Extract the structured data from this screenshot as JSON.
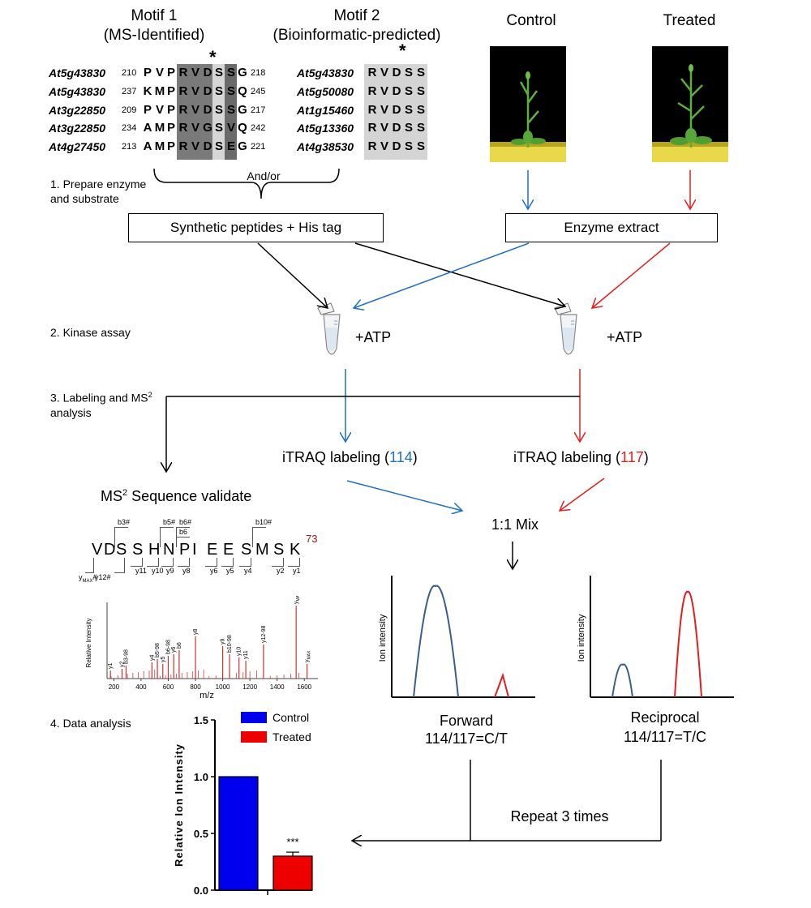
{
  "motif1": {
    "title": "Motif 1",
    "subtitle": "(MS-Identified)",
    "rows": [
      {
        "gene": "At5g43830",
        "start": "210",
        "seq": [
          "P",
          "V",
          "P",
          "R",
          "V",
          "D",
          "S",
          "S",
          "G"
        ],
        "end": "218"
      },
      {
        "gene": "At5g43830",
        "start": "237",
        "seq": [
          "K",
          "M",
          "P",
          "R",
          "V",
          "D",
          "S",
          "S",
          "Q"
        ],
        "end": "245"
      },
      {
        "gene": "At3g22850",
        "start": "209",
        "seq": [
          "P",
          "V",
          "P",
          "R",
          "V",
          "D",
          "S",
          "S",
          "G"
        ],
        "end": "217"
      },
      {
        "gene": "At3g22850",
        "start": "234",
        "seq": [
          "A",
          "M",
          "P",
          "R",
          "V",
          "G",
          "S",
          "V",
          "Q"
        ],
        "end": "242"
      },
      {
        "gene": "At4g27450",
        "start": "213",
        "seq": [
          "A",
          "M",
          "P",
          "R",
          "V",
          "D",
          "S",
          "E",
          "G"
        ],
        "end": "221"
      }
    ],
    "star": "*"
  },
  "motif2": {
    "title": "Motif 2",
    "subtitle": "(Bioinformatic-predicted)",
    "rows": [
      {
        "gene": "At5g43830",
        "seq": "RVDSS"
      },
      {
        "gene": "At5g50080",
        "seq": "RVDSS"
      },
      {
        "gene": "At1g15460",
        "seq": "RVDSS"
      },
      {
        "gene": "At5g13360",
        "seq": "RVDSS"
      },
      {
        "gene": "At4g38530",
        "seq": "RVDSS"
      }
    ],
    "star": "*"
  },
  "plants": {
    "control": "Control",
    "treated": "Treated"
  },
  "steps": {
    "s1a": "1. Prepare enzyme",
    "s1b": "and substrate",
    "s2": "2. Kinase assay",
    "s3a": "3. Labeling and MS",
    "s3sup": "2",
    "s3b": "analysis",
    "s4": "4. Data analysis"
  },
  "andor": "And/or",
  "boxes": {
    "peptides": "Synthetic peptides + His tag",
    "extract": "Enzyme extract"
  },
  "atp": "+ATP",
  "itraq": {
    "left_pre": "iTRAQ labeling  (",
    "left_num": "114",
    "left_post": ")",
    "right_pre": "iTRAQ labeling (",
    "right_num": "117",
    "right_post": ")"
  },
  "ms2": {
    "title_pre": "MS",
    "title_sup": "2",
    "title_post": " Sequence validate",
    "peptide": [
      "V",
      "D",
      "S",
      "S",
      "H",
      "N",
      "P",
      "I",
      "E",
      "E",
      "S",
      "M",
      "S",
      "K"
    ],
    "score": "73",
    "b_ions": [
      "b3#",
      "b5#",
      "b6#",
      "b6",
      "b10#"
    ],
    "y_ions": [
      "y11",
      "y10",
      "y9",
      "y8",
      "y6",
      "y5",
      "y4",
      "y2",
      "y1",
      "y12#"
    ],
    "ymax": "y",
    "ymax_sub": "MAX",
    "ymax_hash": "#",
    "spec_ylabel": "Relative Intensity",
    "spec_xlabel": "m/z",
    "spec_ticks": [
      "200",
      "400",
      "600",
      "800",
      "1000",
      "1200",
      "1400",
      "1600"
    ],
    "peak_labels": [
      "y1",
      "y2",
      "b3-98",
      "y4",
      "b5-98",
      "y5",
      "b6-98",
      "y6",
      "b6",
      "y8",
      "y9",
      "b10-98",
      "y10",
      "y11",
      "y12-98",
      "y",
      "y"
    ],
    "peak_label_subs": {
      "15": "MAX",
      "16": "MAX"
    },
    "peak_label_suffix": {
      "15": "-98"
    }
  },
  "mix": "1:1 Mix",
  "ion_chart_ylabel": "Ion intensity",
  "forward": {
    "label": "Forward",
    "eq": "114/117=C/T"
  },
  "reciprocal": {
    "label": "Reciprocal",
    "eq": "114/117=T/C"
  },
  "repeat": "Repeat 3 times",
  "colors": {
    "blue": "#1f6fc2",
    "red": "#e02020",
    "bar_blue": "#0000ee",
    "bar_red": "#ee0000",
    "peak_blue": "#3a5f8a",
    "peak_red": "#e02020"
  },
  "chart_data": {
    "type": "bar",
    "categories": [
      "Control",
      "Treated"
    ],
    "values": [
      1.0,
      0.3
    ],
    "errors": [
      0,
      0.035
    ],
    "ylabel": "Relative Ion Intensity",
    "ylim": [
      0,
      1.5
    ],
    "yticks": [
      "0.0",
      "0.5",
      "1.0",
      "1.5"
    ],
    "annotation": "***",
    "legend": [
      "Control",
      "Treated"
    ],
    "legend_position": "top-right"
  }
}
